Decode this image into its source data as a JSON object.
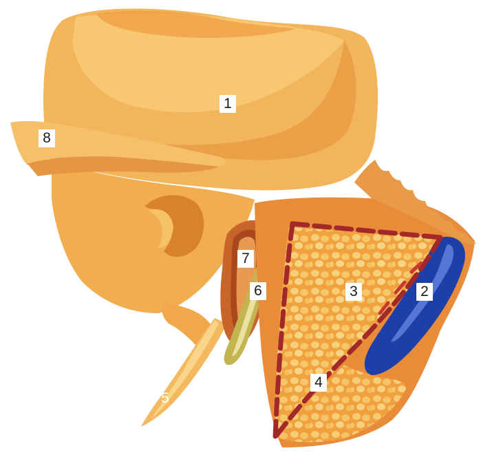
{
  "illustration": {
    "colors": {
      "bone_light": "#f7c46e",
      "bone_mid": "#f2ad52",
      "bone_dark": "#e08a34",
      "bone_shadow": "#c96a1f",
      "flesh": "#e98c3a",
      "fat": "#f4b24a",
      "vein": "#1f3fa8",
      "vein_highlight": "#5b7fe0",
      "nerve": "#c9b95a",
      "dashed_line": "#a3282a",
      "dark_red": "#9a2b1e"
    },
    "labels": [
      {
        "id": "1",
        "text": "1"
      },
      {
        "id": "2",
        "text": "2"
      },
      {
        "id": "3",
        "text": "3"
      },
      {
        "id": "4",
        "text": "4"
      },
      {
        "id": "5",
        "text": "5"
      },
      {
        "id": "6",
        "text": "6"
      },
      {
        "id": "7",
        "text": "7"
      },
      {
        "id": "8",
        "text": "8"
      }
    ]
  }
}
